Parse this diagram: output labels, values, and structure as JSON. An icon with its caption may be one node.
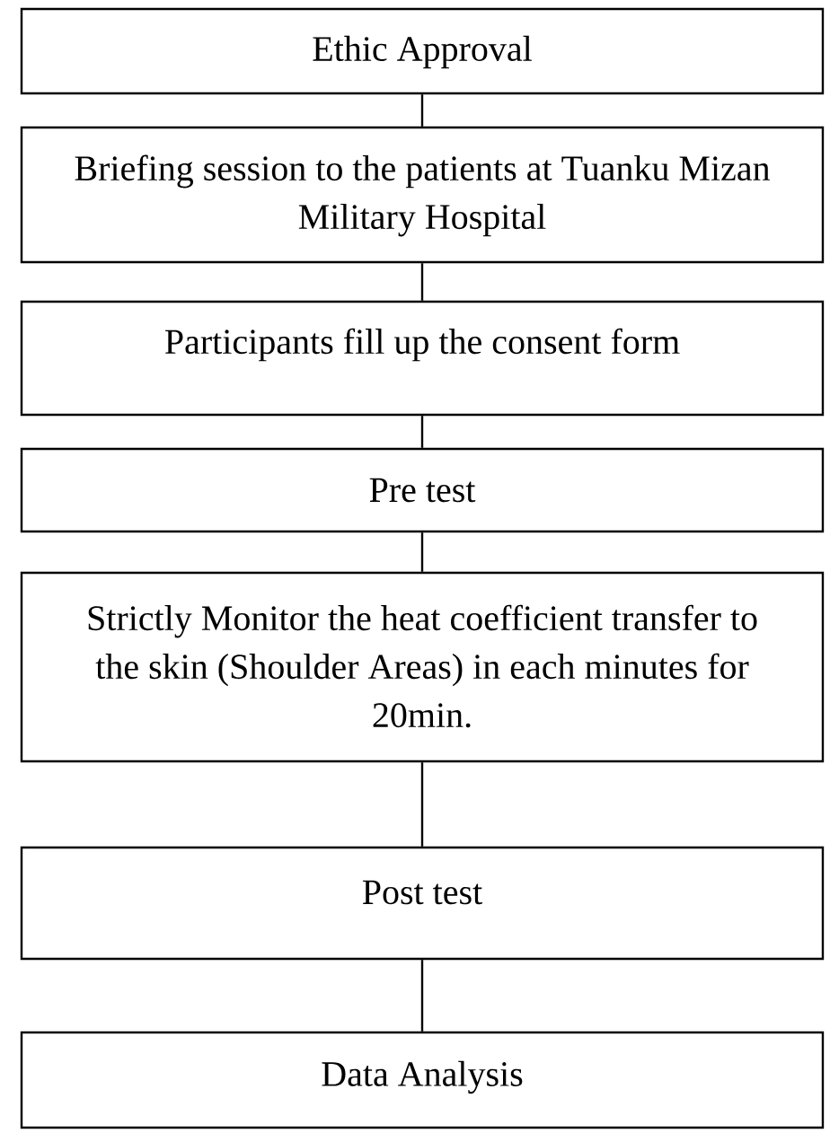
{
  "diagram": {
    "nodes": [
      {
        "text": [
          "Ethic Approval"
        ]
      },
      {
        "text": [
          "Briefing session to the patients at Tuanku Mizan Military Hospital"
        ]
      },
      {
        "text": [
          "Participants fill up the consent form"
        ]
      },
      {
        "text": [
          "Pre test"
        ]
      },
      {
        "text": [
          "Strictly Monitor the heat coefficient transfer to the skin (Shoulder Areas) in each minutes for 20min."
        ]
      },
      {
        "text": [
          "Post test"
        ]
      },
      {
        "text": [
          "Data Analysis"
        ]
      }
    ],
    "edges": [
      {
        "from": 0,
        "to": 1,
        "arrow": "none"
      },
      {
        "from": 1,
        "to": 2,
        "arrow": "none"
      },
      {
        "from": 2,
        "to": 3,
        "arrow": "none"
      },
      {
        "from": 3,
        "to": 4,
        "arrow": "none"
      },
      {
        "from": 4,
        "to": 5,
        "arrow": "none"
      },
      {
        "from": 5,
        "to": 6,
        "arrow": "none"
      }
    ]
  }
}
